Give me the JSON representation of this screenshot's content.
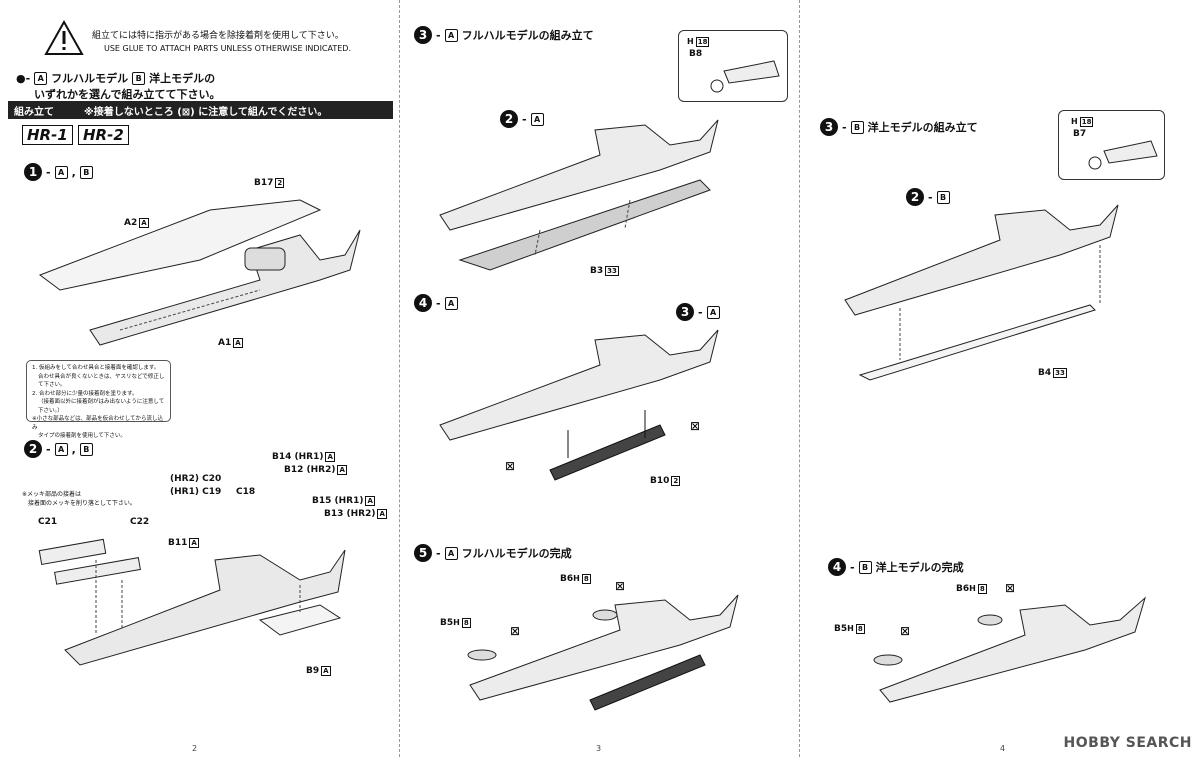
{
  "page2": {
    "caution_jp": "組立てには特に指示がある場合を除接着剤を使用して下さい。",
    "caution_en": "USE GLUE TO ATTACH PARTS UNLESS OTHERWISE INDICATED.",
    "choice_line1": "フルハルモデル",
    "choice_line1b": "洋上モデルの",
    "choice_line2": "いずれかを選んで組み立てて下さい。",
    "band_title": "組み立て",
    "band_note": "※接着しないところ (",
    "band_note_end": ") に注意して組んでください。",
    "hr1": "HR-1",
    "hr2": "HR-2",
    "step1_num": "1",
    "step2_num": "2",
    "labels1": {
      "b17": "B17",
      "b17h": "2",
      "a2": "A2",
      "a2h": "A",
      "a1": "A1",
      "a1h": "A"
    },
    "tips": [
      "1. 仮組みをして合わせ具合と接着面を確認します。",
      "合わせ具合が良くないときは、ヤスリなどで修正して下さい。",
      "2. 合わせ部分に少量の接着剤を塗ります。",
      "（接着面以外に接着剤がはみ出ないように注意して下さい。）",
      "※小さな部品などは、部品を仮合わせしてから流し込み",
      "タイプの接着剤を使用して下さい。"
    ],
    "plating_note": [
      "※メッキ部品の接着は",
      "接着面のメッキを削り落として下さい。"
    ],
    "labels2": {
      "c20": "(HR2) C20",
      "c19": "(HR1) C19",
      "c18": "C18",
      "b14": "B14 (HR1)",
      "b12": "B12 (HR2)",
      "b15": "B15 (HR1)",
      "b13": "B13 (HR2)",
      "c21": "C21",
      "c22": "C22",
      "b11": "B11",
      "b9": "B9",
      "h": "A"
    },
    "page_no": "2"
  },
  "page3": {
    "step3_num": "3",
    "step3_title": "フルハルモデルの組み立て",
    "b8": "B8",
    "h18": "18",
    "ref2a": "2",
    "b3": "B3",
    "h33": "33",
    "step4_num": "4",
    "ref3a": "3",
    "b10": "B10",
    "h2": "2",
    "step5_num": "5",
    "step5_title": "フルハルモデルの完成",
    "b6": "B6",
    "b5": "B5",
    "h8": "8",
    "page_no": "3"
  },
  "page4": {
    "step3_num": "3",
    "step3_title": "洋上モデルの組み立て",
    "b7": "B7",
    "h18": "18",
    "ref2b": "2",
    "b4": "B4",
    "h33": "33",
    "step4_num": "4",
    "step4_title": "洋上モデルの完成",
    "b6": "B6",
    "b5": "B5",
    "h8": "8",
    "page_no": "4",
    "watermark": "HOBBY SEARCH"
  },
  "markers": {
    "a": "A",
    "b": "B"
  }
}
